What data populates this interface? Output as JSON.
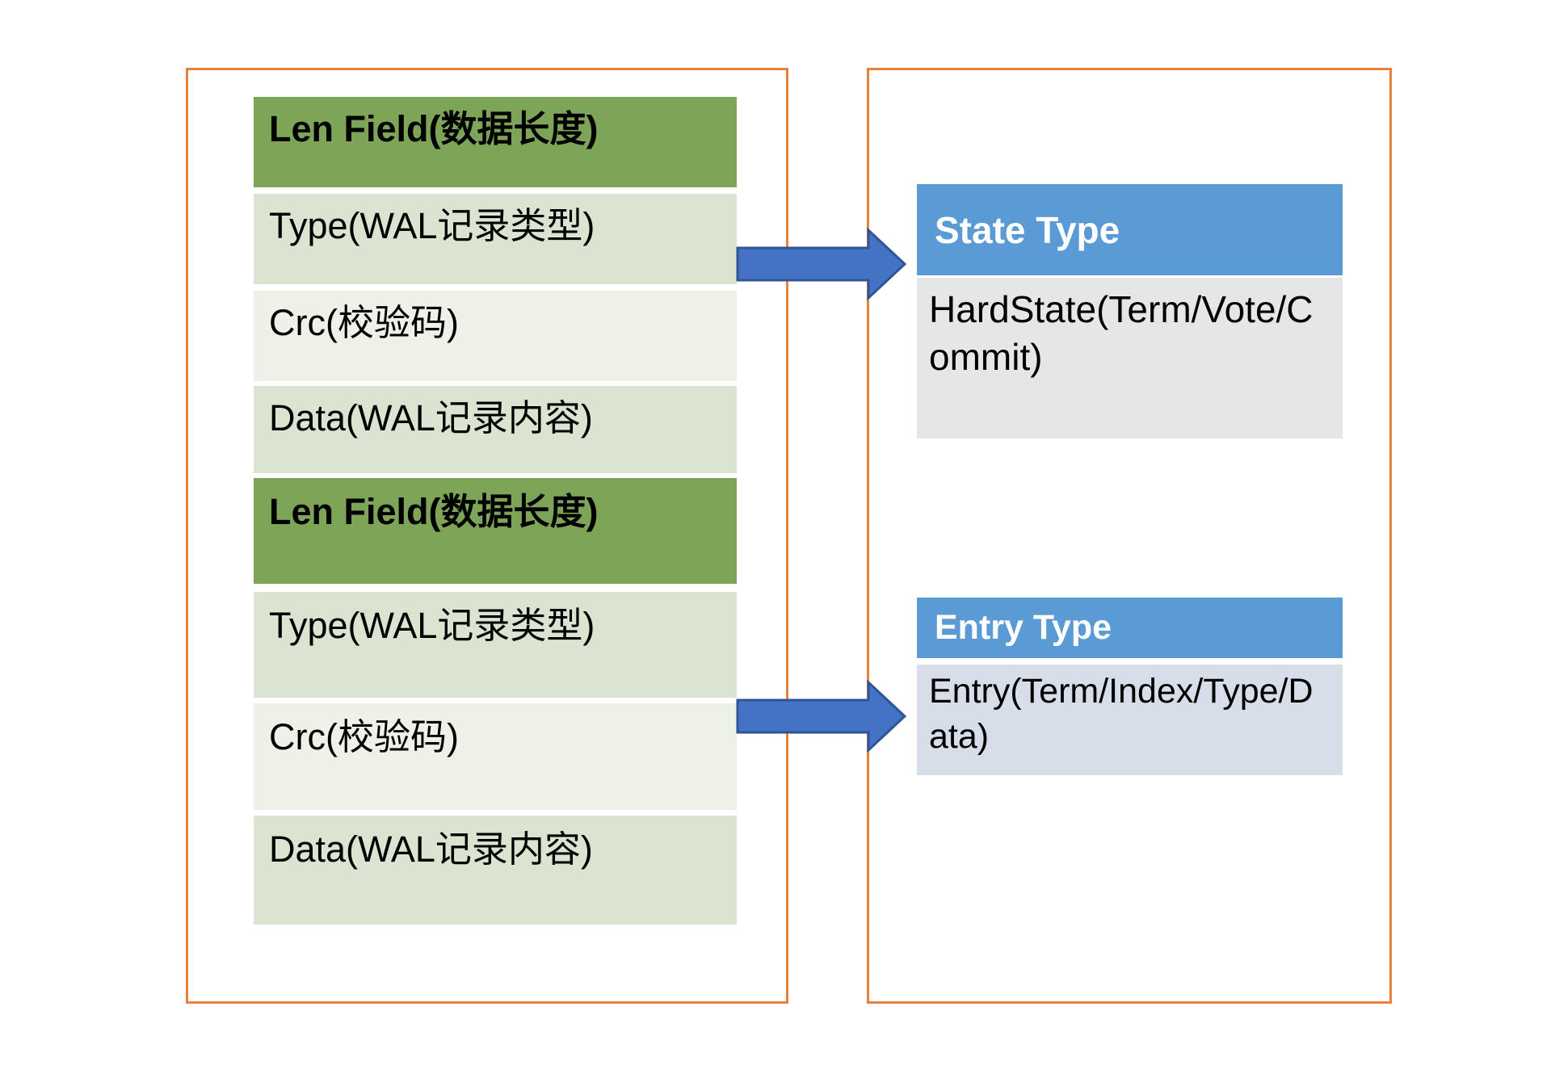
{
  "diagram": {
    "description_note": "",
    "left_panel": {
      "table_rows": [
        {
          "kind": "header",
          "label": "Len Field(数据长度)"
        },
        {
          "kind": "band-a",
          "label": "Type(WAL记录类型)"
        },
        {
          "kind": "band-b",
          "label": "Crc(校验码)"
        },
        {
          "kind": "band-a",
          "label": "Data(WAL记录内容)"
        },
        {
          "kind": "header",
          "label": "Len Field(数据长度)"
        },
        {
          "kind": "band-a",
          "label": "Type(WAL记录类型)"
        },
        {
          "kind": "band-b",
          "label": "Crc(校验码)"
        },
        {
          "kind": "band-a",
          "label": "Data(WAL记录内容)"
        }
      ]
    },
    "right_panel": {
      "state_box": {
        "title": "State Type",
        "body": "HardState(Term/Vote/Commit)"
      },
      "entry_box": {
        "title": "Entry Type",
        "body": "Entry(Term/Index/Type/Data)"
      }
    },
    "arrows": [
      {
        "icon": "right-arrow",
        "from": "Type(WAL记录类型)",
        "to": "State Type"
      },
      {
        "icon": "right-arrow",
        "from": "Crc(校验码)",
        "to": "Entry Type"
      }
    ],
    "colors": {
      "frame_orange": "#E8803B",
      "table_header_green": "#7DA457",
      "table_band_dark": "#DBE4D0",
      "table_band_light": "#EDF1E8",
      "type_header_blue": "#5B9BD5",
      "state_body_gray": "#E7E6E6",
      "entry_body_blue": "#D7DDE9",
      "arrow_fill": "#4472C4",
      "arrow_stroke": "#2F5597"
    }
  }
}
